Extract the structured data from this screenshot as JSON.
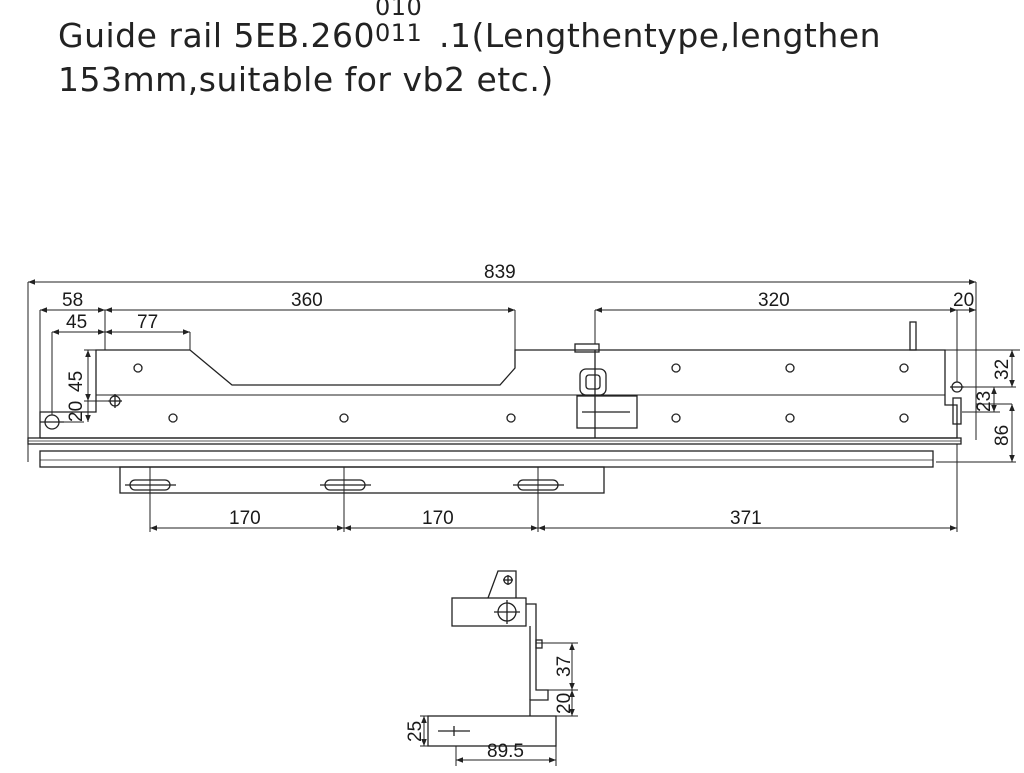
{
  "title": {
    "line1_start": "Guide rail 5EB.260",
    "sup": "010",
    "sub": "011",
    "line1_end": ".1(Lengthentype,lengthen",
    "line2": "153mm,suitable for vb2 etc.)"
  },
  "dimensions": {
    "total_length": "839",
    "d58": "58",
    "d360": "360",
    "d320": "320",
    "d20_top": "20",
    "d45_h": "45",
    "d77": "77",
    "d45_v": "45",
    "d20_v": "20",
    "d32": "32",
    "d23": "23",
    "d86": "86",
    "d170_a": "170",
    "d170_b": "170",
    "d371": "371"
  },
  "detail": {
    "d37": "37",
    "d20": "20",
    "d25": "25",
    "d89_5": "89.5"
  }
}
